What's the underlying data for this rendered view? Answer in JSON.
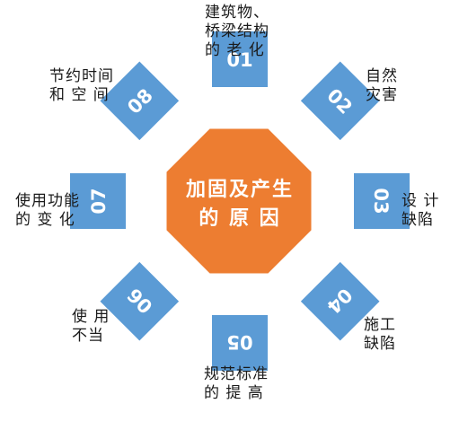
{
  "center": {
    "line1": "加固及产生",
    "line2": "的  原  因"
  },
  "colors": {
    "box": "#5b9bd5",
    "center": "#ed7d31",
    "text_on_shape": "#ffffff"
  },
  "items": [
    {
      "num": "01",
      "label_lines": [
        "建筑物、",
        "桥梁结构",
        "的 老 化"
      ]
    },
    {
      "num": "02",
      "label_lines": [
        "自然",
        "灾害"
      ]
    },
    {
      "num": "03",
      "label_lines": [
        "设 计",
        "缺陷"
      ]
    },
    {
      "num": "04",
      "label_lines": [
        "施工",
        "缺陷"
      ]
    },
    {
      "num": "05",
      "label_lines": [
        "规范标准",
        "的 提 高"
      ]
    },
    {
      "num": "06",
      "label_lines": [
        "使 用",
        "不当"
      ]
    },
    {
      "num": "07",
      "label_lines": [
        "使用功能",
        "的 变 化"
      ]
    },
    {
      "num": "08",
      "label_lines": [
        "节约时间",
        "和 空 间"
      ]
    }
  ]
}
